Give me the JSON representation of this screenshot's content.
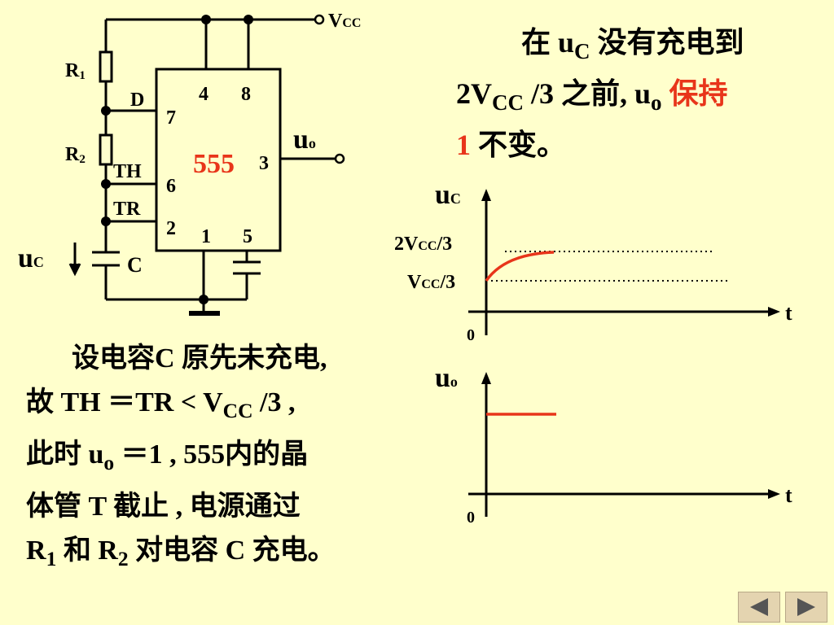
{
  "circuit": {
    "vcc_label": "V",
    "vcc_sub": "CC",
    "r1_label": "R",
    "r1_sub": "1",
    "r2_label": "R",
    "r2_sub": "2",
    "d_label": "D",
    "th_label": "TH",
    "tr_label": "TR",
    "c_label": "C",
    "uc_label": "u",
    "uc_sub": "C",
    "uo_label": "u",
    "uo_sub": "o",
    "chip_label": "555",
    "pins": {
      "p4": "4",
      "p8": "8",
      "p7": "7",
      "p6": "6",
      "p2": "2",
      "p1": "1",
      "p5": "5",
      "p3": "3"
    }
  },
  "right_text": {
    "l1_a": "在 u",
    "l1_sub": "C",
    "l1_b": " 没有充电到",
    "l2_a": "2V",
    "l2_sub1": "CC",
    "l2_b": " /3 之前, u",
    "l2_sub2": "o",
    "l2_red": " 保持",
    "l3_red": "1",
    "l3_b": " 不变。"
  },
  "left_text": {
    "l1": "设电容C 原先未充电,",
    "l2_a": "故 TH ＝TR < V",
    "l2_sub": "CC",
    "l2_b": " /3 ,",
    "l3_a": "此时 u",
    "l3_sub": "o",
    "l3_b": " ＝1 , 555内的晶",
    "l4": "体管 T 截止 , 电源通过",
    "l5_a": "R",
    "l5_sub1": "1",
    "l5_b": " 和 R",
    "l5_sub2": "2",
    "l5_c": " 对电容 C 充电。"
  },
  "graph_uc": {
    "y_label": "u",
    "y_sub": "C",
    "x_label": "t",
    "origin": "0",
    "level_high_a": "2V",
    "level_high_sub": "CC",
    "level_high_b": "/3",
    "level_low_a": "V",
    "level_low_sub": "CC",
    "level_low_b": "/3"
  },
  "graph_uo": {
    "y_label": "u",
    "y_sub": "o",
    "x_label": "t",
    "origin": "0"
  },
  "colors": {
    "background": "#ffffcc",
    "accent": "#e8351a",
    "nav_button": "#e4d4b0"
  },
  "nav": {
    "prev_icon": "triangle-left-icon",
    "next_icon": "triangle-right-icon"
  }
}
